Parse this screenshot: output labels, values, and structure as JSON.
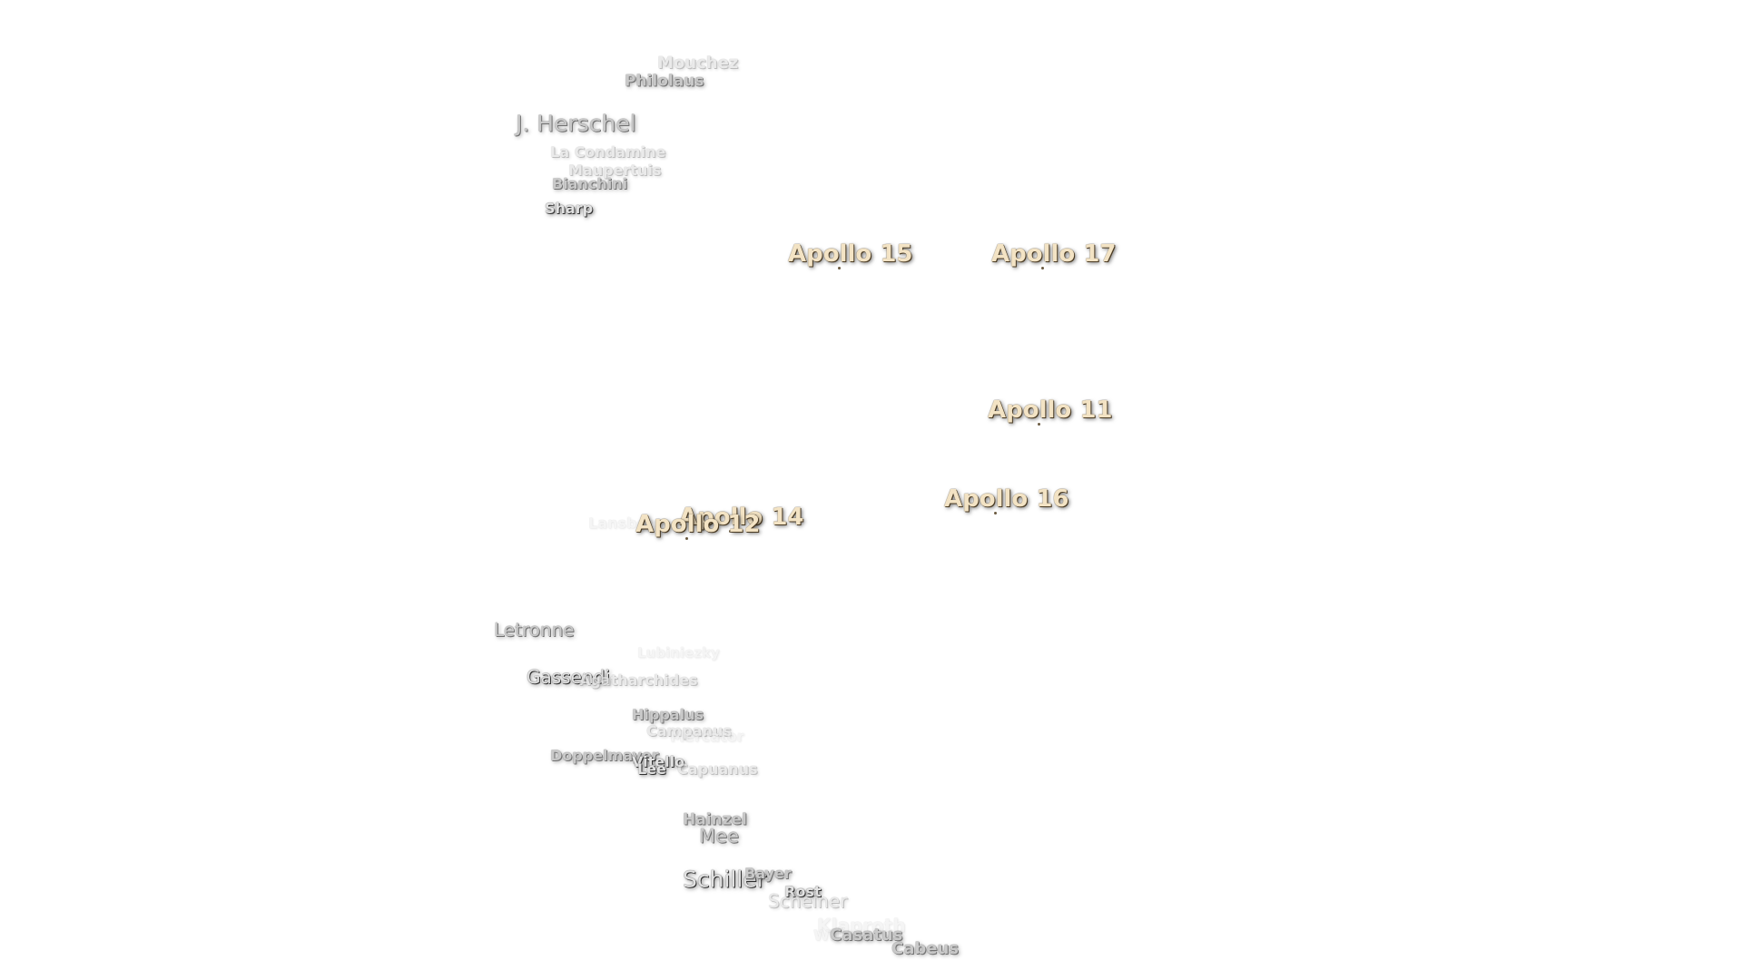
{
  "map": {
    "craters": [
      {
        "name": "Mouchez",
        "style": "faint",
        "size": 18
      },
      {
        "name": "Philolaus",
        "style": "normal",
        "size": 17
      },
      {
        "name": "J. Herschel",
        "style": "normal-light",
        "size": 25
      },
      {
        "name": "La Condamine",
        "style": "faint",
        "size": 16
      },
      {
        "name": "Maupertuis",
        "style": "faint",
        "size": 16
      },
      {
        "name": "Bianchini",
        "style": "normal",
        "size": 16
      },
      {
        "name": "Sharp",
        "style": "dark",
        "size": 16
      },
      {
        "name": "Lansberg",
        "style": "vfaint",
        "size": 16
      },
      {
        "name": "Letronne",
        "style": "normal-light",
        "size": 20
      },
      {
        "name": "Lubiniezky",
        "style": "vfaint",
        "size": 15
      },
      {
        "name": "Gassendi",
        "style": "dark-light",
        "size": 20
      },
      {
        "name": "Agatharchides",
        "style": "faint",
        "size": 16
      },
      {
        "name": "Hippalus",
        "style": "normal",
        "size": 16
      },
      {
        "name": "Campanus",
        "style": "faint",
        "size": 16
      },
      {
        "name": "Mercator",
        "style": "vfaint",
        "size": 16
      },
      {
        "name": "Doppelmayer",
        "style": "normal",
        "size": 16
      },
      {
        "name": "Vitello",
        "style": "dark",
        "size": 16
      },
      {
        "name": "Lee",
        "style": "dark",
        "size": 16
      },
      {
        "name": "Capuanus",
        "style": "faint",
        "size": 16
      },
      {
        "name": "Hainzel",
        "style": "normal",
        "size": 17
      },
      {
        "name": "Mee",
        "style": "normal-light",
        "size": 21
      },
      {
        "name": "Schiller",
        "style": "dark-light",
        "size": 25
      },
      {
        "name": "Bayer",
        "style": "normal",
        "size": 16
      },
      {
        "name": "Rost",
        "style": "dark",
        "size": 16
      },
      {
        "name": "Scheiner",
        "style": "faint-light",
        "size": 20
      },
      {
        "name": "Klaproth",
        "style": "vfaint",
        "size": 20
      },
      {
        "name": "Wilson",
        "style": "vfaint",
        "size": 16
      },
      {
        "name": "Casatus",
        "style": "normal",
        "size": 18
      },
      {
        "name": "Cabeus",
        "style": "normal",
        "size": 18
      }
    ],
    "apollo_sites": [
      {
        "name": "Apollo 15",
        "size": 26
      },
      {
        "name": "Apollo 17",
        "size": 26
      },
      {
        "name": "Apollo 11",
        "size": 26
      },
      {
        "name": "Apollo 16",
        "size": 26
      },
      {
        "name": "Apollo 14",
        "size": 26
      },
      {
        "name": "Apollo 12",
        "size": 26
      }
    ]
  }
}
